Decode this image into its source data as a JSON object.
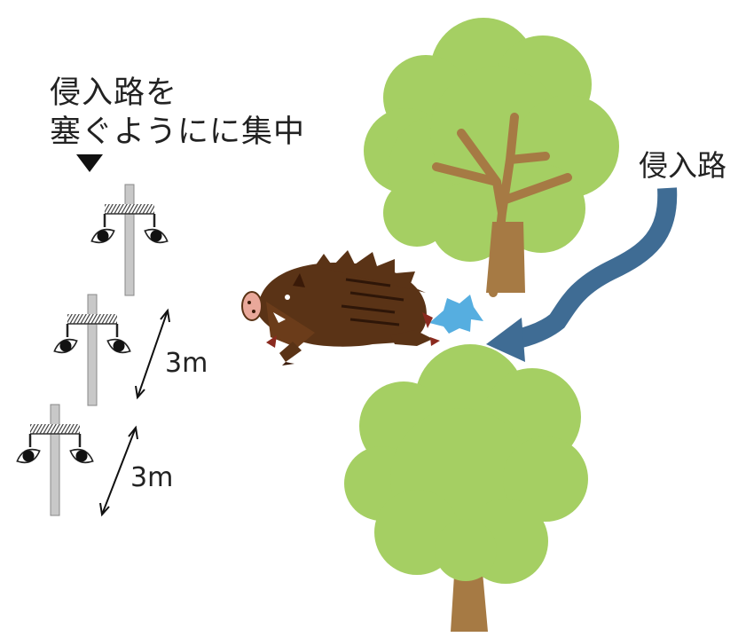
{
  "caption": {
    "line1": "侵入路を",
    "line2": "塞ぐようにに集中"
  },
  "intrusion_path_label": "侵入路",
  "distances": [
    "3m",
    "3m"
  ],
  "colors": {
    "tree_foliage": "#a5cf63",
    "tree_trunk": "#a67a44",
    "path_arrow": "#3f6c94",
    "impact_mark": "#56aee0",
    "boar_body": "#5a3316",
    "post": "#c8c8c8"
  },
  "icons": [
    "down-triangle-icon",
    "camera-eye-icon",
    "boar-icon",
    "tree-icon",
    "impact-burst-icon",
    "path-arrow-icon",
    "double-arrow-icon"
  ]
}
